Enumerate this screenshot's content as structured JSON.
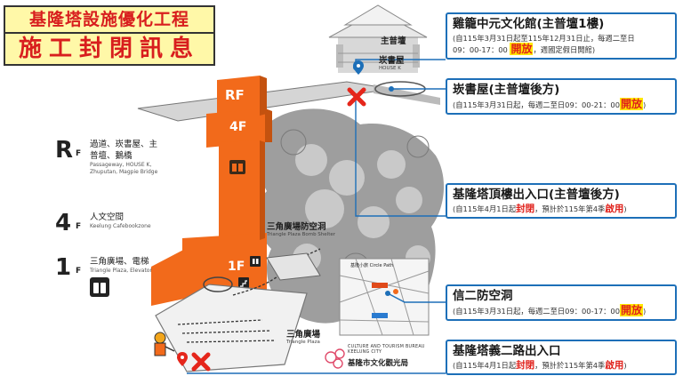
{
  "title": {
    "line1": "基隆塔設施優化工程",
    "line2": "施工封閉訊息"
  },
  "floors": [
    {
      "code": "R",
      "sub": "F",
      "desc_zh_1": "過道、崁書屋、主",
      "desc_zh_2": "普壇、鵝橋",
      "desc_en_1": "Passageway, HOUSE K,",
      "desc_en_2": "Zhuputan, Magpie Bridge"
    },
    {
      "code": "4",
      "sub": "F",
      "desc_zh_1": "人文空間",
      "desc_en_1": "Keelung Cafebookzone"
    },
    {
      "code": "1",
      "sub": "F",
      "desc_zh_1": "三角廣場、電梯",
      "desc_en_1": "Triangle Plaza, Elevator"
    }
  ],
  "tower_labels": {
    "rf": "RF",
    "four_f": "4F",
    "one_f": "1F"
  },
  "map_labels": {
    "zhuputan": "主普壇",
    "house_k": "崁書屋",
    "house_k_en": "HOUSE K",
    "shelter": "三角廣場防空洞",
    "shelter_en": "Triangle Plaza Bomb Shelter",
    "plaza": "三角廣場",
    "plaza_en": "Triangle Plaza",
    "inset_title": "基隆小旅 Circle Path"
  },
  "logo": {
    "en_1": "CULTURE AND TOURISM BUREAU",
    "en_2": "KEELUNG CITY",
    "zh": "基隆市文化觀光局"
  },
  "cards": [
    {
      "title": "雞籠中元文化館(主普壇1樓)",
      "detail_a": "(自115年3月31日起至115年12月31日止，每週二至日",
      "detail_b": "09：00-17：00 ",
      "status": "開放",
      "detail_c": "，週國定假日開館)"
    },
    {
      "title": "崁書屋(主普壇後方)",
      "detail_a": "(自115年3月31日起，每週二至日09：00-21：00",
      "status": "開放",
      "detail_c": ")"
    },
    {
      "title": "基隆塔頂樓出入口(主普壇後方)",
      "detail_a": "(自115年4月1日起",
      "status": "封閉",
      "detail_b": "，預計於115年第4季",
      "status2": "啟用",
      "detail_c": ")"
    },
    {
      "title": "信二防空洞",
      "detail_a": "(自115年3月31日起，每週二至日09：00-17：00",
      "status": "開放",
      "detail_c": ")"
    },
    {
      "title": "基隆塔義二路出入口",
      "detail_a": "(自115年4月1日起",
      "status": "封閉",
      "detail_b": "，預計於115年第4季",
      "status2": "啟用",
      "detail_c": ")"
    }
  ],
  "colors": {
    "tower_orange": "#f26a1b",
    "card_border": "#1d6fb8",
    "title_bg": "#fff8a8",
    "title_text": "#d81e1e",
    "highlight_bg": "#ffe700",
    "highlight_text": "#e0201a",
    "terrain_gray": "#9a9a9a"
  },
  "icons": [
    "elevator-icon",
    "restroom-icon",
    "stairs-icon",
    "closed-x-icon",
    "location-pin-icon",
    "bureau-logo-icon"
  ]
}
